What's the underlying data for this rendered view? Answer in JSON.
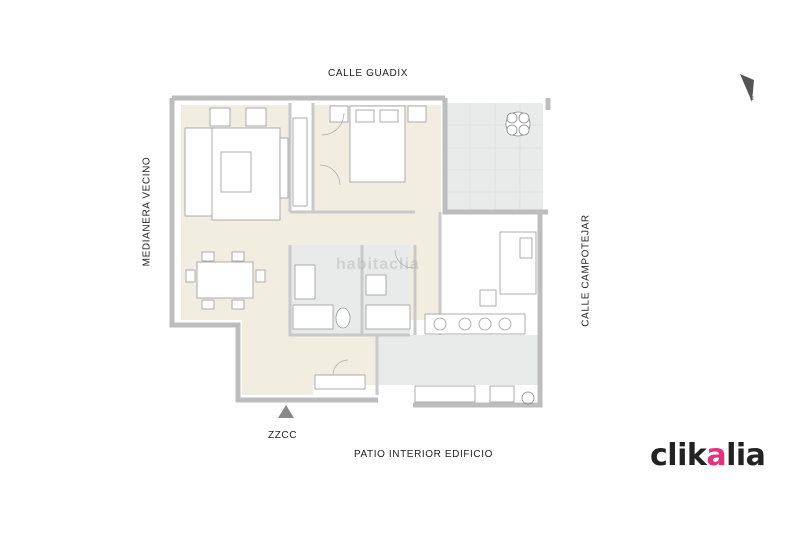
{
  "labels": {
    "street_top": "CALLE GUADIX",
    "street_left": "MEDIANERA VECINO",
    "street_right": "CALLE CAMPOTEJAR",
    "bottom": "PATIO INTERIOR EDIFICIO",
    "entrance": "ZZCC"
  },
  "watermark": "habitaclia",
  "logo": {
    "prefix": "clik",
    "accent_char": "a",
    "suffix": "lia"
  },
  "colors": {
    "wood_floor": "#f1ede1",
    "tile_floor": "#e9eaea",
    "wall": "#c8c8c8",
    "accent": "#e8317b"
  }
}
